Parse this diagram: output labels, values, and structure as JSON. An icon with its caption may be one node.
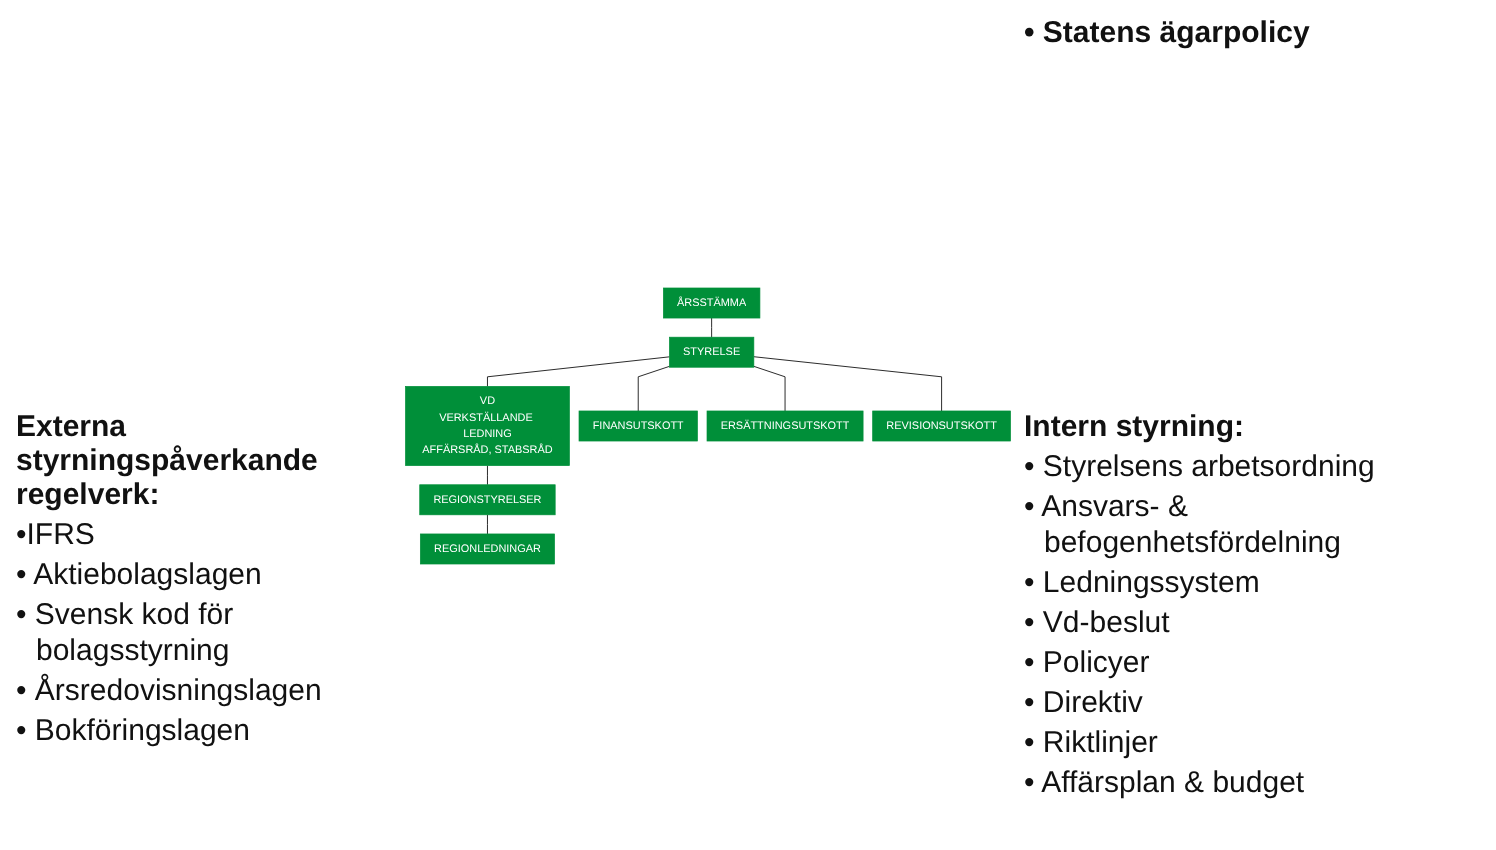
{
  "diagram": {
    "nodes": [
      {
        "text": [
          "ÅRSSTÄMMA"
        ]
      },
      {
        "text": [
          "STYRELSE"
        ]
      },
      {
        "text": [
          "VD",
          "VERKSTÄLLANDE LEDNING",
          "AFFÄRSRÅD, STABSRÅD"
        ]
      },
      {
        "text": [
          "REGIONSTYRELSER"
        ]
      },
      {
        "text": [
          "REGIONLEDNINGAR"
        ]
      },
      {
        "text": [
          "FINANSUTSKOTT"
        ]
      },
      {
        "text": [
          "ERSÄTTNINGSUTSKOTT"
        ]
      },
      {
        "text": [
          "REVISIONSUTSKOTT"
        ]
      }
    ],
    "edges": [
      {
        "from": 0,
        "to": 1,
        "arrow": "none"
      },
      {
        "from": 1,
        "to": 2,
        "arrow": "none"
      },
      {
        "from": 2,
        "to": 3,
        "arrow": "none"
      },
      {
        "from": 3,
        "to": 4,
        "arrow": "none"
      },
      {
        "from": 1,
        "to": 5,
        "arrow": "none"
      },
      {
        "from": 1,
        "to": 6,
        "arrow": "none"
      },
      {
        "from": 1,
        "to": 7,
        "arrow": "none"
      }
    ],
    "labels": [
      "• Statens ägarpolicy",
      "Externa styrningspåverkande regelverk:",
      "•IFRS",
      "• Aktiebolagslagen",
      "• Svensk kod för bolagsstyrning",
      "• Årsredovisningslagen",
      "• Bokföringslagen",
      "Intern styrning:",
      "• Styrelsens arbetsordning",
      "• Ansvars- & befogenhetsfördelning",
      "• Ledningssystem",
      "• Vd-beslut",
      "• Policyer",
      "• Direktiv",
      "• Riktlinjer",
      "• Affärsplan & budget"
    ]
  }
}
